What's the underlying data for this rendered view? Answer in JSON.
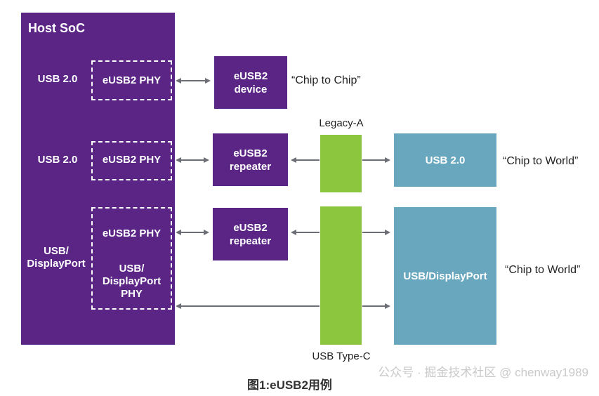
{
  "host": {
    "title": "Host SoC",
    "row1_label": "USB 2.0",
    "row2_label": "USB 2.0",
    "row3_label": "USB/\nDisplayPort"
  },
  "phys": {
    "phy1": "eUSB2 PHY",
    "phy2": "eUSB2 PHY",
    "phy3a": "eUSB2 PHY",
    "phy3b": "USB/\nDisplayPort\nPHY"
  },
  "devices": {
    "device1": "eUSB2\ndevice",
    "repeater1": "eUSB2\nrepeater",
    "repeater2": "eUSB2\nrepeater"
  },
  "connectors": {
    "legacy_a": "Legacy-A",
    "type_c": "USB Type-C"
  },
  "endpoints": {
    "usb2": "USB 2.0",
    "usb_dp": "USB/DisplayPort"
  },
  "annotations": {
    "chip_to_chip": "“Chip to Chip”",
    "chip_to_world_1": "“Chip to World”",
    "chip_to_world_2": "“Chip to World”"
  },
  "caption": "图1:eUSB2用例",
  "watermark": "公众号 · 掘金技术社区 @ chenway1989",
  "colors": {
    "purple": "#5a2585",
    "teal": "#68a7bd",
    "green": "#8cc63f",
    "arrow": "#6b6f75"
  }
}
